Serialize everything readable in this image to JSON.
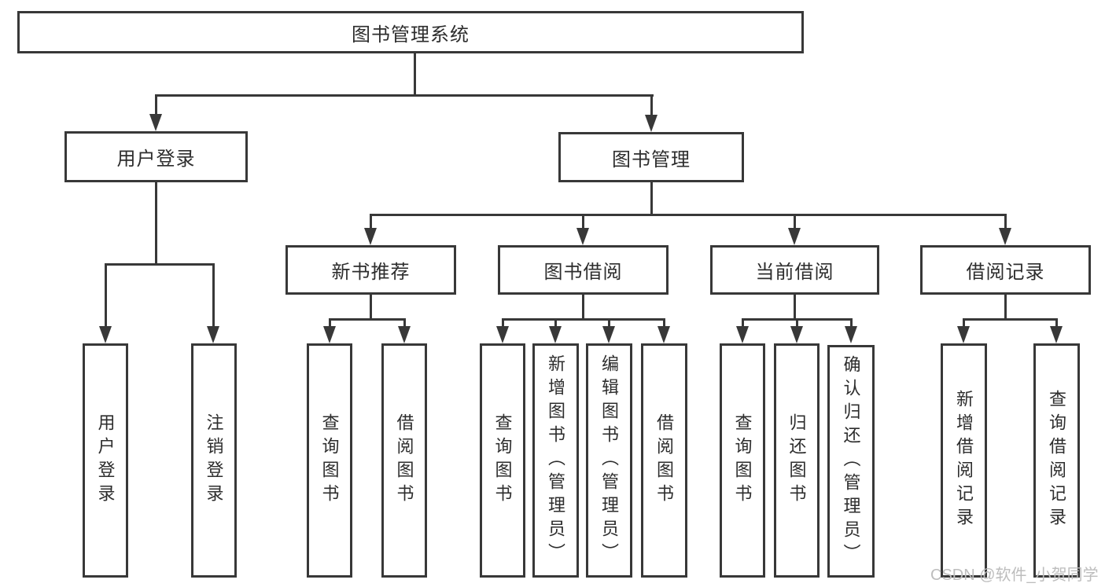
{
  "diagram": {
    "title": "图书管理系统",
    "level2": {
      "user_login": "用户登录",
      "book_management": "图书管理"
    },
    "level3": {
      "new_book_recommend": "新书推荐",
      "book_borrow": "图书借阅",
      "current_borrow": "当前借阅",
      "borrow_record": "借阅记录"
    },
    "leaves": {
      "user_login": "用户登录",
      "logout_login": "注销登录",
      "nb_query_book": "查询图书",
      "nb_borrow_book": "借阅图书",
      "bb_query_book": "查询图书",
      "bb_add_book": "新增图书（管理员）",
      "bb_edit_book": "编辑图书（管理员）",
      "bb_borrow_book": "借阅图书",
      "cb_query_book": "查询图书",
      "cb_return_book": "归还图书",
      "cb_confirm_return": "确认归还（管理员）",
      "br_add_record": "新增借阅记录",
      "br_query_record": "查询借阅记录"
    }
  },
  "watermark": "CSDN @软件_小贺同学",
  "colors": {
    "line": "#383838",
    "text": "#2d2d2d",
    "watermark": "#bdbdbd"
  }
}
